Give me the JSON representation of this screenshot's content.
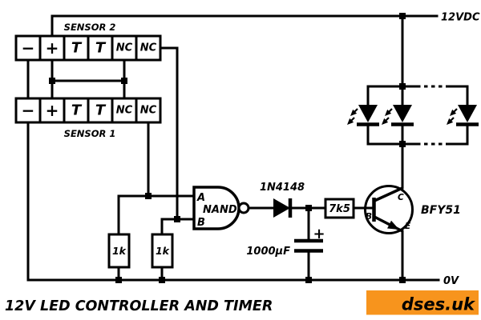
{
  "title": "12V LED CONTROLLER AND TIMER",
  "brand": {
    "text": "dses.uk",
    "background": "#F7941D",
    "color": "#FFFFFF"
  },
  "rails": {
    "top_label": "12VDC",
    "bottom_label": "0V"
  },
  "sensors": {
    "sensor2": {
      "label": "SENSOR 2",
      "terminals": [
        "−",
        "+",
        "T",
        "T",
        "NC",
        "NC"
      ]
    },
    "sensor1": {
      "label": "SENSOR 1",
      "terminals": [
        "−",
        "+",
        "T",
        "T",
        "NC",
        "NC"
      ]
    }
  },
  "gate": {
    "label": "NAND",
    "input_a": "A",
    "input_b": "B"
  },
  "components": {
    "diode": "1N4148",
    "capacitor": "1000µF",
    "capacitor_polarity": "+",
    "base_resistor": "7k5",
    "pulldown_left": "1k",
    "pulldown_right": "1k",
    "transistor": "BFY51",
    "pin_b": "B",
    "pin_c": "C",
    "pin_e": "E"
  },
  "led_array": {
    "visible_leds": 3
  }
}
